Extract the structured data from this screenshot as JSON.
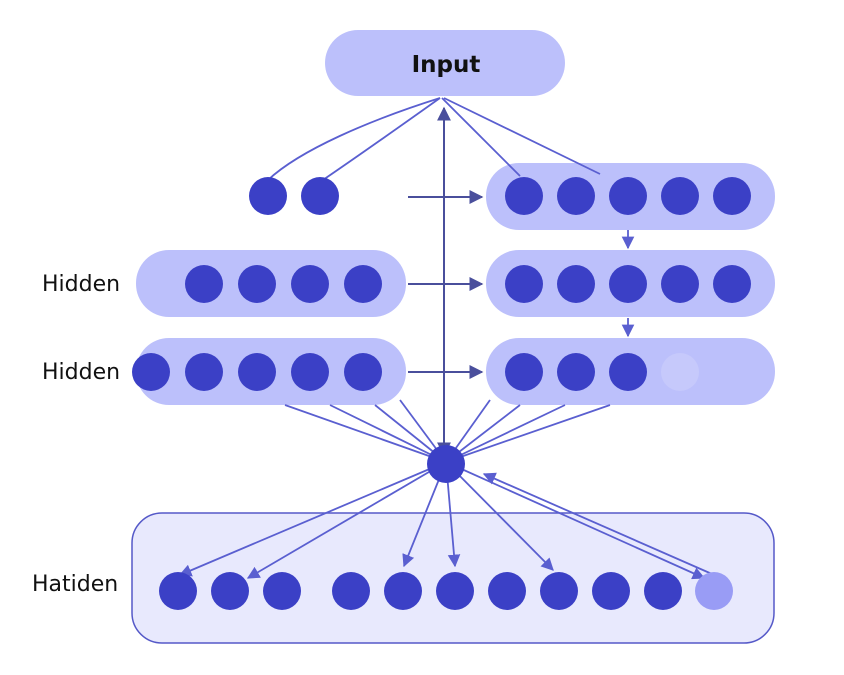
{
  "input_label": "Input",
  "left_labels": {
    "hidden_1": "Hidden",
    "hidden_2": "Hidden",
    "bottom": "Hatiden"
  },
  "layers": {
    "top_left": {
      "nodes": 2
    },
    "right_1": {
      "nodes": 5
    },
    "right_2": {
      "nodes": 5
    },
    "right_3": {
      "nodes": 3,
      "faded_nodes": 1
    },
    "left_1": {
      "nodes": 4
    },
    "left_2": {
      "nodes": 5
    },
    "bottom": {
      "nodes": 11,
      "light_nodes": 1
    }
  },
  "colors": {
    "pill_fill": "#bcc0fb",
    "node": "#3b40c6",
    "link": "#5a5fd0",
    "arrow": "#4a4f9c",
    "bottom_box_fill": "#e8e9fd",
    "bottom_box_border": "#5559c8"
  }
}
